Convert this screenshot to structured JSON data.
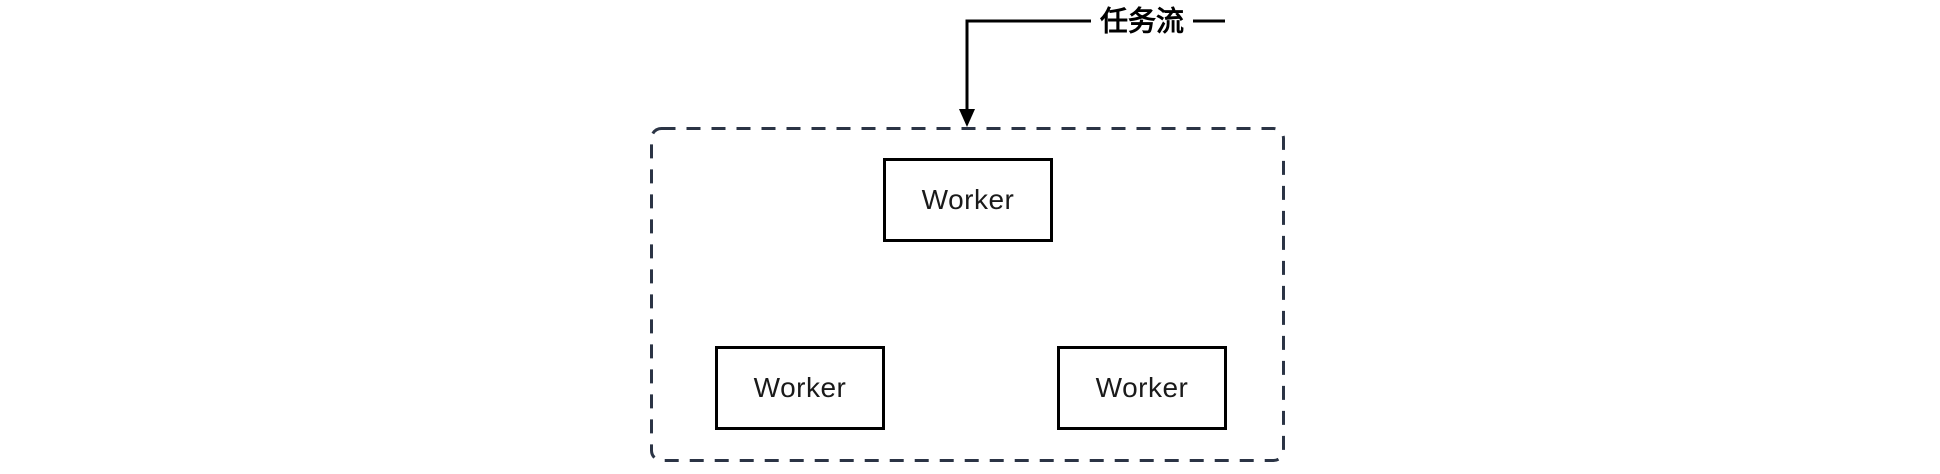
{
  "diagram": {
    "background": "#ffffff",
    "edge": {
      "label": "任务流",
      "color": "#000000",
      "label_color": "#000000"
    },
    "container": {
      "border_color": "#2b3445",
      "border_style": "dashed"
    },
    "nodes": [
      {
        "label": "Worker"
      },
      {
        "label": "Worker"
      },
      {
        "label": "Worker"
      }
    ],
    "node_style": {
      "border_color": "#000000",
      "fill": "#ffffff",
      "text_color": "#1a1a1a"
    }
  }
}
